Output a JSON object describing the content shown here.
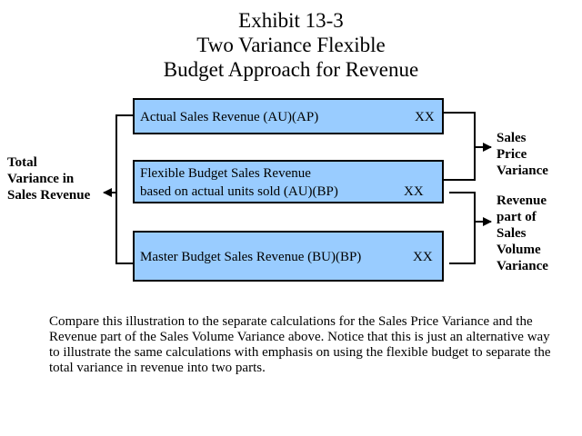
{
  "title": {
    "line1": "Exhibit 13-3",
    "line2": "Two Variance Flexible",
    "line3": "Budget Approach for Revenue"
  },
  "boxes": [
    {
      "label_line1": "Actual Sales Revenue (AU)(AP)",
      "label_line2": "",
      "value": "XX"
    },
    {
      "label_line1": "Flexible Budget Sales Revenue",
      "label_line2": "based on actual units sold (AU)(BP)",
      "value": "XX"
    },
    {
      "label_line1": "Master Budget Sales Revenue (BU)(BP)",
      "label_line2": "",
      "value": "XX"
    }
  ],
  "left_label": [
    "Total",
    "Variance in",
    "Sales Revenue"
  ],
  "right_labels": {
    "price": [
      "Sales",
      "Price",
      "Variance"
    ],
    "volume": [
      "Revenue",
      "part of",
      "Sales",
      "Volume",
      "Variance"
    ]
  },
  "note": "Compare this illustration to the separate calculations for the Sales Price Variance and the Revenue part of the Sales Volume Variance above.  Notice that this is just an alternative way to illustrate the same calculations with emphasis on using the flexible budget to separate the total variance in revenue into two parts.",
  "colors": {
    "box_fill": "#99ccff",
    "line": "#000000"
  }
}
